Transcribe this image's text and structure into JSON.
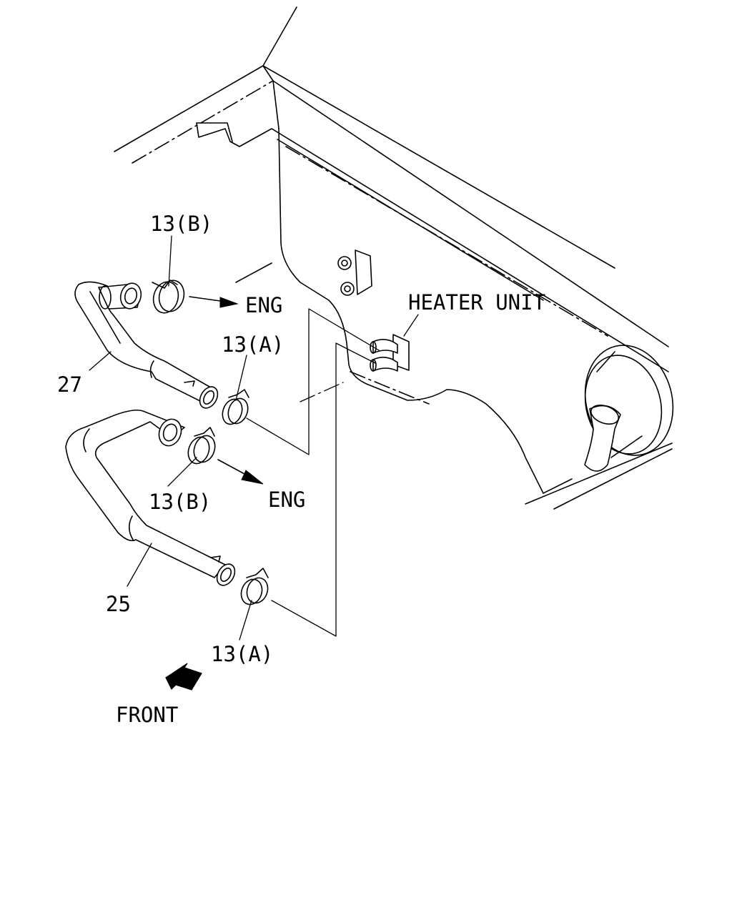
{
  "labels": {
    "heater_unit": "HEATER UNIT",
    "eng_upper": "ENG",
    "eng_lower": "ENG",
    "front": "FRONT",
    "clamp_13b_upper": "13(B)",
    "clamp_13a_upper": "13(A)",
    "clamp_13b_lower": "13(B)",
    "clamp_13a_lower": "13(A)",
    "hose_27": "27",
    "hose_25": "25"
  }
}
